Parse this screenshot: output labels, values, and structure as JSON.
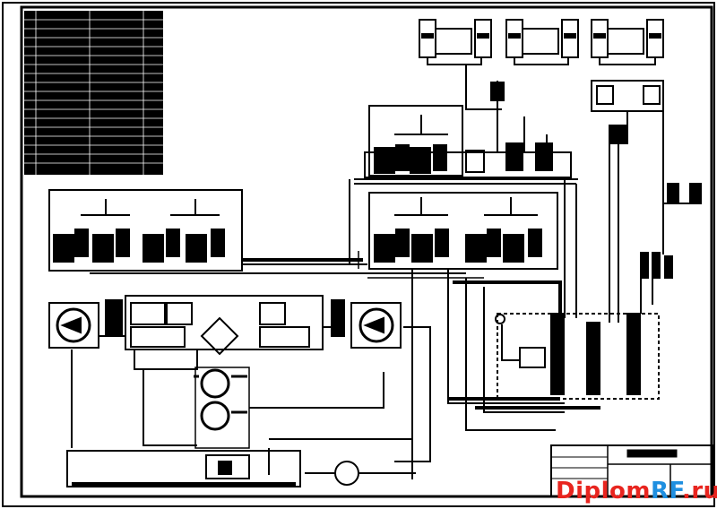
{
  "drawing": {
    "kind": "hydraulic schematic drawing sheet",
    "line_color": "#000000",
    "paper_color": "#ffffff"
  },
  "watermark": {
    "part1": "Diplom",
    "part2": "RF",
    "part3": ".ru",
    "color_primary": "#e8251f",
    "color_secondary": "#1f8fe0"
  }
}
